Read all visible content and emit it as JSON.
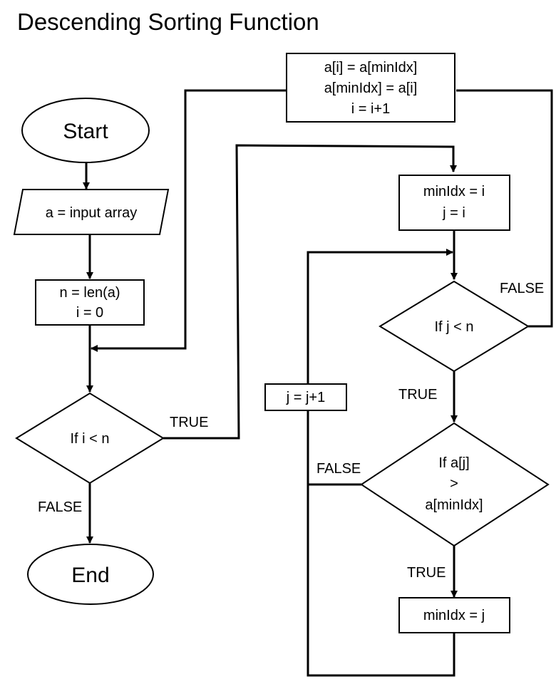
{
  "title": "Descending Sorting Function",
  "nodes": {
    "start": "Start",
    "input": "a = input array",
    "init": [
      "n = len(a)",
      "i = 0"
    ],
    "cond_i": "If i < n",
    "end": "End",
    "swap": [
      "a[i] = a[minIdx]",
      "a[minIdx] = a[i]",
      "i = i+1"
    ],
    "set_min": [
      "minIdx = i",
      "j = i"
    ],
    "cond_j": "If j < n",
    "cond_cmp": [
      "If a[j]",
      ">",
      "a[minIdx]"
    ],
    "update_min": "minIdx = j",
    "increment_j": "j = j+1"
  },
  "edge_labels": {
    "cond_i_true": "TRUE",
    "cond_i_false": "FALSE",
    "cond_j_false": "FALSE",
    "cond_j_true": "TRUE",
    "cond_cmp_false": "FALSE",
    "cond_cmp_true": "TRUE"
  }
}
